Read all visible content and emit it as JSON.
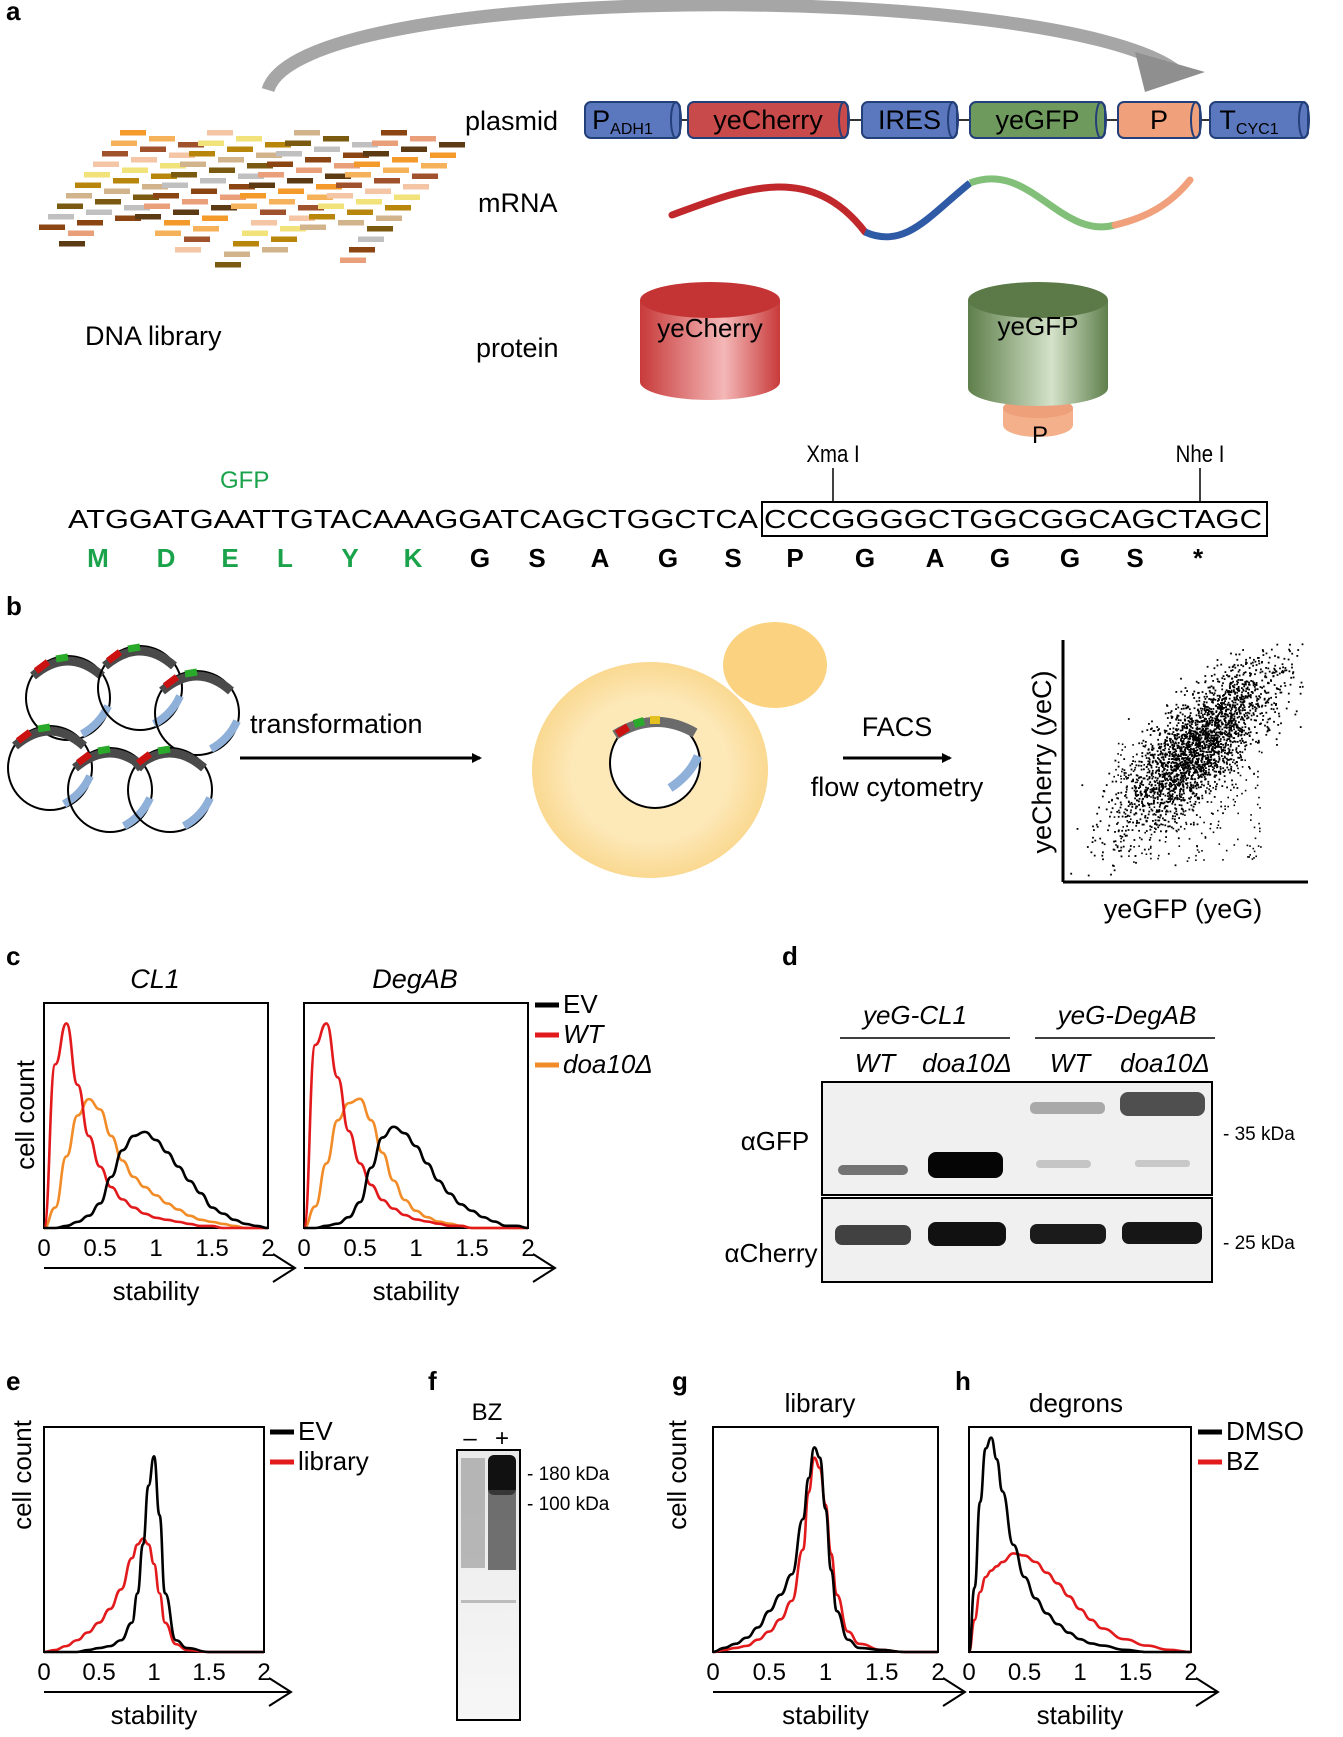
{
  "panels": {
    "a": "a",
    "b": "b",
    "c": "c",
    "d": "d",
    "e": "e",
    "f": "f",
    "g": "g",
    "h": "h"
  },
  "panel_a": {
    "dna_library_label": "DNA library",
    "row_labels": {
      "plasmid": "plasmid",
      "mrna": "mRNA",
      "protein": "protein"
    },
    "plasmid_parts": [
      {
        "main": "P",
        "sub": "ADH1",
        "color": "#5b78bf"
      },
      {
        "main": "yeCherry",
        "sub": "",
        "color": "#c94a4a"
      },
      {
        "main": "IRES",
        "sub": "",
        "color": "#5b78bf"
      },
      {
        "main": "yeGFP",
        "sub": "",
        "color": "#6f9a5e"
      },
      {
        "main": "P",
        "sub": "",
        "color": "#f0a07a"
      },
      {
        "main": "T",
        "sub": "CYC1",
        "color": "#5b78bf"
      }
    ],
    "protein_cherry": "yeCherry",
    "protein_gfp": "yeGFP",
    "protein_p": "P",
    "sequence": {
      "gfp_label": "GFP",
      "site1": "Xma I",
      "site2": "Nhe I",
      "dna_plain": "ATGGATGAATTGTACAAAGGATCAGCTGGCTCA",
      "dna_boxed": "CCCGGGGCTGGCGGCAGCTAGC",
      "aa_green": [
        "M",
        "D",
        "E",
        "L",
        "Y",
        "K"
      ],
      "aa_black": [
        "G",
        "S",
        "A",
        "G",
        "S",
        "P",
        "G",
        "A",
        "G",
        "G",
        "S",
        "*"
      ]
    }
  },
  "panel_b": {
    "transformation": "transformation",
    "facs": "FACS",
    "flow": "flow cytometry",
    "ylabel": "yeCherry (yeC)",
    "xlabel": "yeGFP (yeG)"
  },
  "panel_c": {
    "title_left": "CL1",
    "title_right": "DegAB",
    "ylabel": "cell count",
    "xlabel": "stability",
    "ticks": [
      "0",
      "0.5",
      "1",
      "1.5",
      "2"
    ],
    "legend": [
      {
        "name": "EV",
        "color": "#000000",
        "italic": false
      },
      {
        "name": "WT",
        "color": "#e31a1c",
        "italic": true
      },
      {
        "name": "doa10Δ",
        "color": "#f28c28",
        "italic": true
      }
    ]
  },
  "panel_d": {
    "group1": "yeG-CL1",
    "group2": "yeG-DegAB",
    "lanes": [
      "WT",
      "doa10Δ",
      "WT",
      "doa10Δ"
    ],
    "row1": "αGFP",
    "row2": "αCherry",
    "marker1": "- 35 kDa",
    "marker2": "- 25 kDa"
  },
  "panel_e": {
    "ylabel": "cell count",
    "xlabel": "stability",
    "ticks": [
      "0",
      "0.5",
      "1",
      "1.5",
      "2"
    ],
    "legend": [
      {
        "name": "EV",
        "color": "#000000"
      },
      {
        "name": "library",
        "color": "#e31a1c"
      }
    ]
  },
  "panel_f": {
    "title": "BZ",
    "minus": "–",
    "plus": "+",
    "marker1": "- 180 kDa",
    "marker2": "- 100 kDa"
  },
  "panel_g": {
    "title": "library",
    "ylabel": "cell count",
    "xlabel": "stability",
    "ticks": [
      "0",
      "0.5",
      "1",
      "1.5",
      "2"
    ]
  },
  "panel_h": {
    "title": "degrons",
    "xlabel": "stability",
    "ticks": [
      "0",
      "0.5",
      "1",
      "1.5",
      "2"
    ],
    "legend": [
      {
        "name": "DMSO",
        "color": "#000000"
      },
      {
        "name": "BZ",
        "color": "#e31a1c"
      }
    ]
  },
  "chart_data": [
    {
      "type": "line",
      "panel": "c",
      "title": "CL1",
      "xlabel": "stability",
      "ylabel": "cell count",
      "xlim": [
        0,
        2
      ],
      "x": [
        0,
        0.1,
        0.2,
        0.3,
        0.4,
        0.5,
        0.6,
        0.7,
        0.8,
        0.9,
        1.0,
        1.1,
        1.2,
        1.3,
        1.4,
        1.5,
        1.6,
        1.7,
        1.8,
        1.9,
        2.0
      ],
      "series": [
        {
          "name": "EV",
          "color": "#000000",
          "values": [
            0,
            0,
            0.01,
            0.03,
            0.06,
            0.12,
            0.25,
            0.38,
            0.45,
            0.47,
            0.43,
            0.37,
            0.3,
            0.23,
            0.17,
            0.1,
            0.07,
            0.04,
            0.02,
            0.01,
            0
          ]
        },
        {
          "name": "WT",
          "color": "#e31a1c",
          "values": [
            0,
            0.8,
            1.0,
            0.7,
            0.45,
            0.3,
            0.2,
            0.14,
            0.1,
            0.07,
            0.05,
            0.04,
            0.03,
            0.02,
            0.01,
            0.01,
            0,
            0,
            0,
            0,
            0
          ]
        },
        {
          "name": "doa10Δ",
          "color": "#f28c28",
          "values": [
            0,
            0.1,
            0.35,
            0.55,
            0.63,
            0.58,
            0.45,
            0.33,
            0.25,
            0.2,
            0.16,
            0.12,
            0.09,
            0.06,
            0.04,
            0.03,
            0.02,
            0.01,
            0,
            0,
            0
          ]
        }
      ]
    },
    {
      "type": "line",
      "panel": "c",
      "title": "DegAB",
      "xlabel": "stability",
      "xlim": [
        0,
        2
      ],
      "x": [
        0,
        0.1,
        0.2,
        0.3,
        0.4,
        0.5,
        0.6,
        0.7,
        0.8,
        0.9,
        1.0,
        1.1,
        1.2,
        1.3,
        1.4,
        1.5,
        1.6,
        1.7,
        1.8,
        1.9,
        2.0
      ],
      "series": [
        {
          "name": "EV",
          "color": "#000000",
          "values": [
            0,
            0,
            0.01,
            0.02,
            0.05,
            0.12,
            0.28,
            0.42,
            0.47,
            0.44,
            0.38,
            0.3,
            0.22,
            0.16,
            0.11,
            0.08,
            0.05,
            0.03,
            0.01,
            0.01,
            0
          ]
        },
        {
          "name": "WT",
          "color": "#e31a1c",
          "values": [
            0,
            0.85,
            0.95,
            0.7,
            0.45,
            0.3,
            0.2,
            0.13,
            0.09,
            0.06,
            0.04,
            0.03,
            0.02,
            0.01,
            0.01,
            0,
            0,
            0,
            0,
            0,
            0
          ]
        },
        {
          "name": "doa10Δ",
          "color": "#f28c28",
          "values": [
            0,
            0.1,
            0.3,
            0.5,
            0.58,
            0.6,
            0.5,
            0.35,
            0.22,
            0.13,
            0.08,
            0.05,
            0.03,
            0.02,
            0.01,
            0,
            0,
            0,
            0,
            0,
            0
          ]
        }
      ]
    },
    {
      "type": "line",
      "panel": "e",
      "xlabel": "stability",
      "ylabel": "cell count",
      "xlim": [
        0,
        2
      ],
      "x": [
        0,
        0.1,
        0.2,
        0.3,
        0.4,
        0.5,
        0.6,
        0.7,
        0.8,
        0.85,
        0.9,
        0.95,
        1.0,
        1.05,
        1.1,
        1.2,
        1.3,
        1.5,
        1.7,
        2.0
      ],
      "series": [
        {
          "name": "EV",
          "color": "#000000",
          "values": [
            0,
            0,
            0,
            0,
            0.01,
            0.02,
            0.03,
            0.06,
            0.15,
            0.3,
            0.55,
            0.85,
            1.0,
            0.7,
            0.3,
            0.06,
            0.02,
            0,
            0,
            0
          ]
        },
        {
          "name": "library",
          "color": "#e31a1c",
          "values": [
            0,
            0.01,
            0.03,
            0.06,
            0.1,
            0.15,
            0.22,
            0.32,
            0.48,
            0.55,
            0.58,
            0.55,
            0.45,
            0.3,
            0.15,
            0.04,
            0.01,
            0,
            0,
            0
          ]
        }
      ]
    },
    {
      "type": "line",
      "panel": "g",
      "title": "library",
      "xlabel": "stability",
      "ylabel": "cell count",
      "xlim": [
        0,
        2
      ],
      "x": [
        0,
        0.1,
        0.2,
        0.3,
        0.4,
        0.5,
        0.6,
        0.7,
        0.8,
        0.85,
        0.9,
        0.95,
        1.0,
        1.05,
        1.1,
        1.2,
        1.3,
        1.5,
        1.7,
        2.0
      ],
      "series": [
        {
          "name": "DMSO",
          "color": "#000000",
          "values": [
            0,
            0.02,
            0.04,
            0.07,
            0.12,
            0.2,
            0.28,
            0.38,
            0.65,
            0.85,
            1.0,
            0.95,
            0.7,
            0.4,
            0.2,
            0.06,
            0.02,
            0.01,
            0,
            0
          ]
        },
        {
          "name": "BZ",
          "color": "#e31a1c",
          "values": [
            0,
            0.01,
            0.02,
            0.03,
            0.06,
            0.1,
            0.16,
            0.25,
            0.5,
            0.78,
            0.95,
            0.9,
            0.72,
            0.48,
            0.28,
            0.1,
            0.04,
            0.01,
            0,
            0
          ]
        }
      ]
    },
    {
      "type": "line",
      "panel": "h",
      "title": "degrons",
      "xlabel": "stability",
      "xlim": [
        0,
        2
      ],
      "x": [
        0,
        0.05,
        0.1,
        0.15,
        0.2,
        0.25,
        0.3,
        0.4,
        0.5,
        0.6,
        0.7,
        0.8,
        0.9,
        1.0,
        1.1,
        1.2,
        1.4,
        1.6,
        1.8,
        2.0
      ],
      "series": [
        {
          "name": "DMSO",
          "color": "#000000",
          "values": [
            0,
            0.3,
            0.7,
            0.95,
            1.0,
            0.9,
            0.75,
            0.5,
            0.35,
            0.25,
            0.18,
            0.13,
            0.09,
            0.06,
            0.04,
            0.03,
            0.01,
            0,
            0,
            0
          ]
        },
        {
          "name": "BZ",
          "color": "#e31a1c",
          "values": [
            0,
            0.15,
            0.28,
            0.35,
            0.38,
            0.4,
            0.42,
            0.46,
            0.45,
            0.42,
            0.37,
            0.32,
            0.26,
            0.2,
            0.15,
            0.11,
            0.06,
            0.03,
            0.01,
            0
          ]
        }
      ]
    }
  ]
}
